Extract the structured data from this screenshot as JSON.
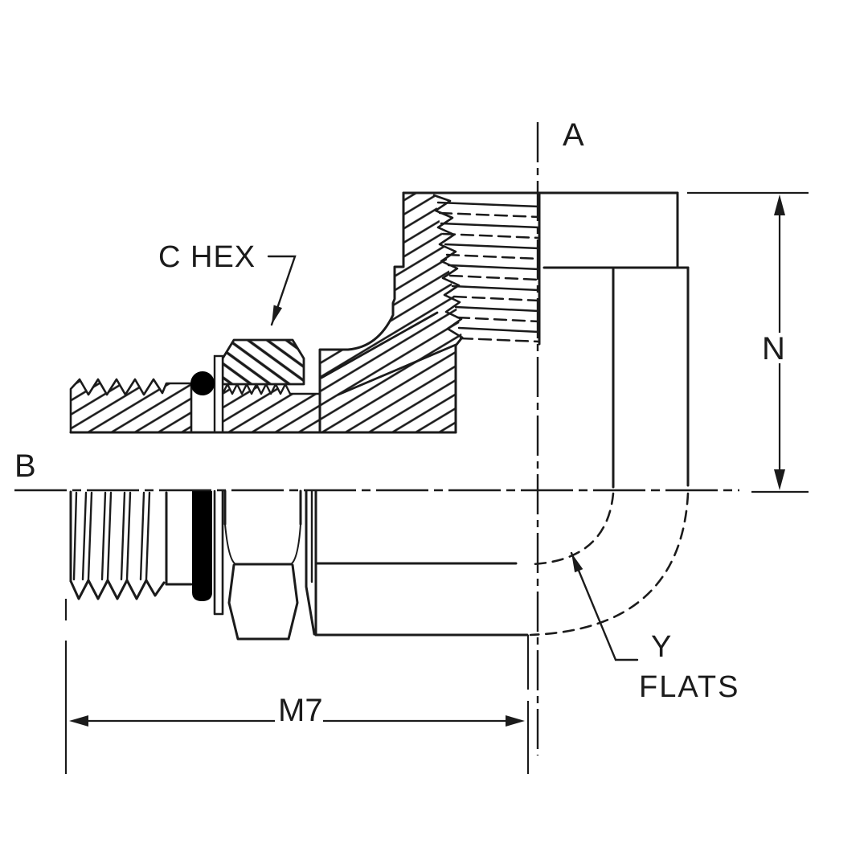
{
  "drawing": {
    "kind": "engineering-cross-section",
    "subject": "90 degree male O-ring boss elbow adapter, half-section catalog drawing",
    "colors": {
      "ink": "#1b1b1b",
      "background": "#ffffff",
      "oring_fill": "#000000"
    },
    "labels": {
      "port_a": "A",
      "port_b": "B",
      "dim_n": "N",
      "dim_m7": "M7",
      "hex_callout": "C HEX",
      "flats_word1": "Y",
      "flats_word2": "FLATS"
    }
  }
}
